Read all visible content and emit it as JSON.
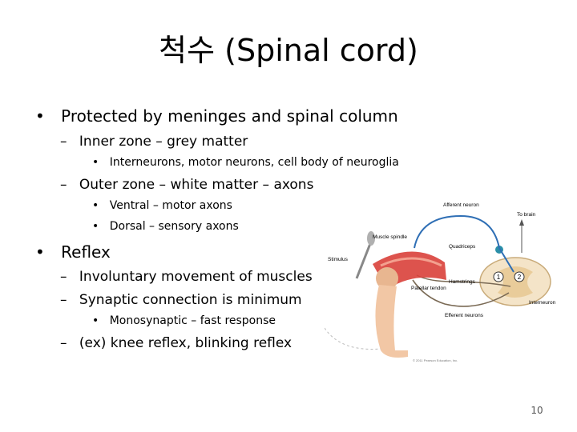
{
  "slide": {
    "title": "척수 (Spinal cord)",
    "bullets": {
      "b1": "Protected by meninges and spinal column",
      "b1_1": "Inner zone – grey matter",
      "b1_1_1": "Interneurons, motor neurons, cell body of neuroglia",
      "b1_2": "Outer zone – white matter – axons",
      "b1_2_1": "Ventral – motor axons",
      "b1_2_2": "Dorsal – sensory axons",
      "b2": "Reflex",
      "b2_1": "Involuntary movement of muscles",
      "b2_2": "Synaptic connection is minimum",
      "b2_2_1": "Monosynaptic – fast response",
      "b2_3": "(ex) knee reflex, blinking reflex"
    },
    "bullet_markers": {
      "l1": "•",
      "l2": "–",
      "l3": "•"
    },
    "page_number": "10"
  },
  "figure": {
    "labels": {
      "afferent": "Afferent neuron",
      "to_brain": "To brain",
      "muscle_spindle": "Muscle spindle",
      "quadriceps": "Quadriceps",
      "stimulus": "Stimulus",
      "hamstrings": "Hamstrings",
      "patellar_tendon": "Patellar tendon",
      "interneuron": "Interneuron",
      "efferent": "Efferent neurons",
      "circle1": "1",
      "circle2": "2",
      "copyright": "© 2011 Pearson Education, Inc."
    },
    "colors": {
      "afferent": "#2f6fb5",
      "efferent": "#7a6a55",
      "muscle": "#d9403a",
      "skin": "#f2c7a5"
    }
  }
}
